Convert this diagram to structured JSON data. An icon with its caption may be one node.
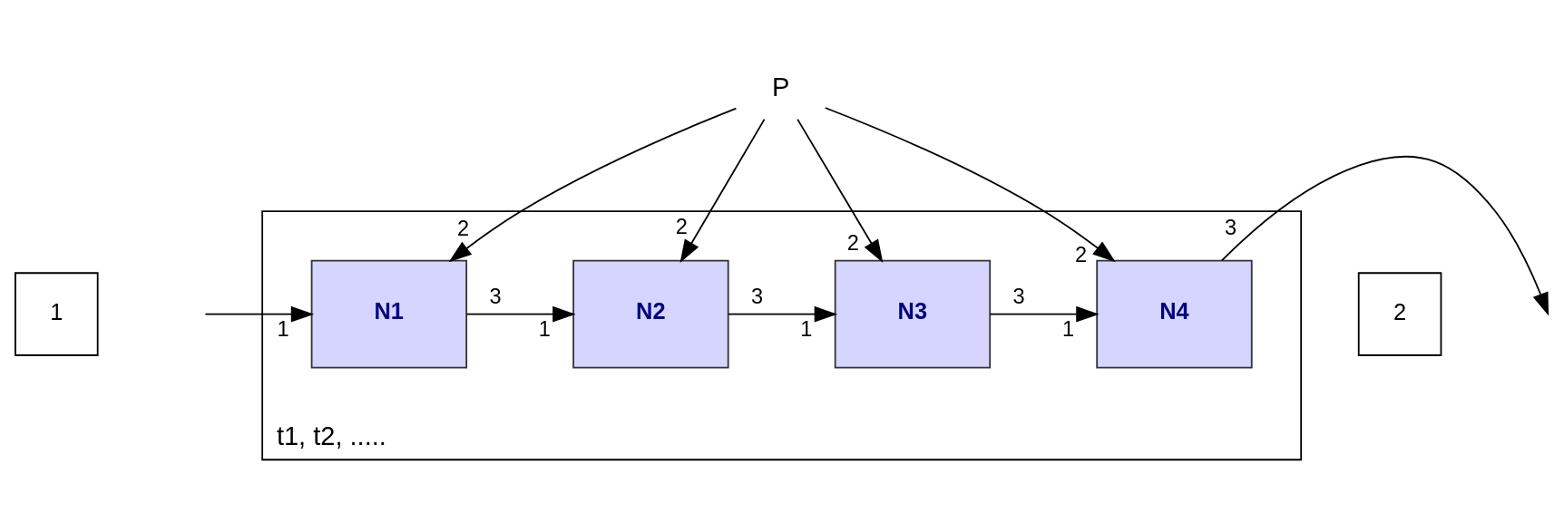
{
  "diagram": {
    "nodes": [
      {
        "text": [
          "P"
        ]
      },
      {
        "text": [
          "1"
        ]
      },
      {
        "text": [
          "t1, t2, ....."
        ]
      },
      {
        "text": [
          "N1"
        ],
        "in": 2
      },
      {
        "text": [
          "N2"
        ],
        "in": 2
      },
      {
        "text": [
          "N3"
        ],
        "in": 2
      },
      {
        "text": [
          "N4"
        ],
        "in": 2
      },
      {
        "text": [
          "2"
        ]
      }
    ],
    "edges": [
      {
        "from": null,
        "to": 3,
        "arrow": "to"
      },
      {
        "from": 3,
        "to": 4,
        "arrow": "to"
      },
      {
        "from": 4,
        "to": 5,
        "arrow": "to"
      },
      {
        "from": 5,
        "to": 6,
        "arrow": "to"
      },
      {
        "from": 6,
        "to": null,
        "arrow": "to"
      },
      {
        "from": 0,
        "to": 3,
        "arrow": "to"
      },
      {
        "from": 0,
        "to": 4,
        "arrow": "to"
      },
      {
        "from": 0,
        "to": 5,
        "arrow": "to"
      },
      {
        "from": 0,
        "to": 6,
        "arrow": "to"
      }
    ],
    "labels": [
      "2",
      "2",
      "2",
      "2",
      "1",
      "3",
      "1",
      "3",
      "1",
      "3",
      "1",
      "3"
    ]
  }
}
